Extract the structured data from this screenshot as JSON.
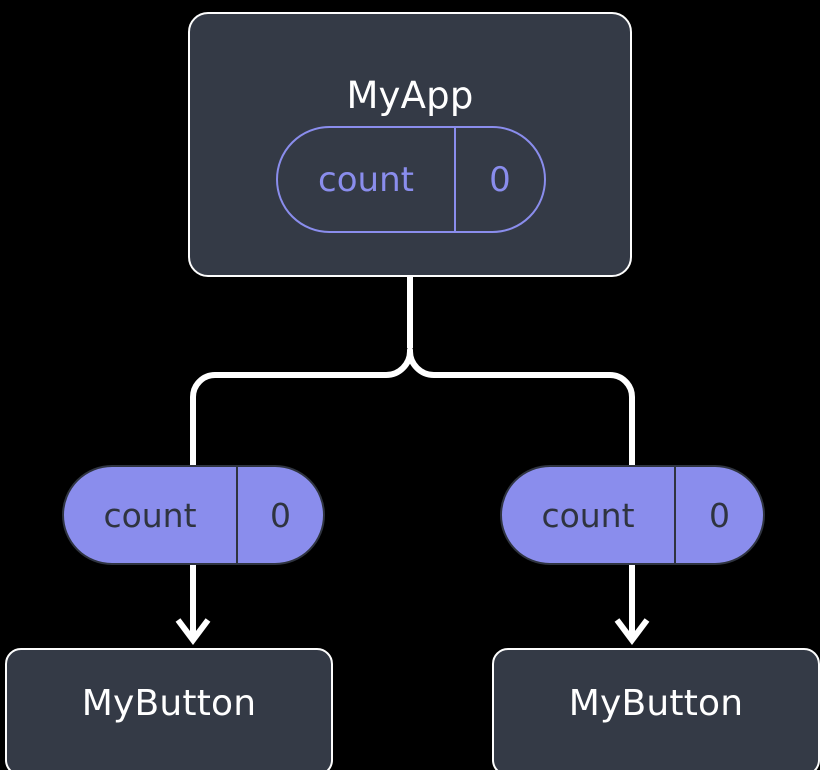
{
  "diagram": {
    "type": "component-tree",
    "title": "MyApp component tree with count state passed to MyButton children",
    "colors": {
      "background": "#000000",
      "box_fill": "#343a46",
      "box_border": "#fdfdfd",
      "accent_purple": "#8a8ded",
      "pill_text_dark": "#2f3440",
      "wire": "#ffffff"
    }
  },
  "root": {
    "label": "MyApp",
    "state": {
      "key": "count",
      "value": "0"
    }
  },
  "children": [
    {
      "prop": {
        "key": "count",
        "value": "0"
      },
      "label": "MyButton"
    },
    {
      "prop": {
        "key": "count",
        "value": "0"
      },
      "label": "MyButton"
    }
  ],
  "connectors": {
    "trunk": "vertical-from-root",
    "fork": "two-way-branch",
    "arrows": "prop-to-child-arrow"
  }
}
